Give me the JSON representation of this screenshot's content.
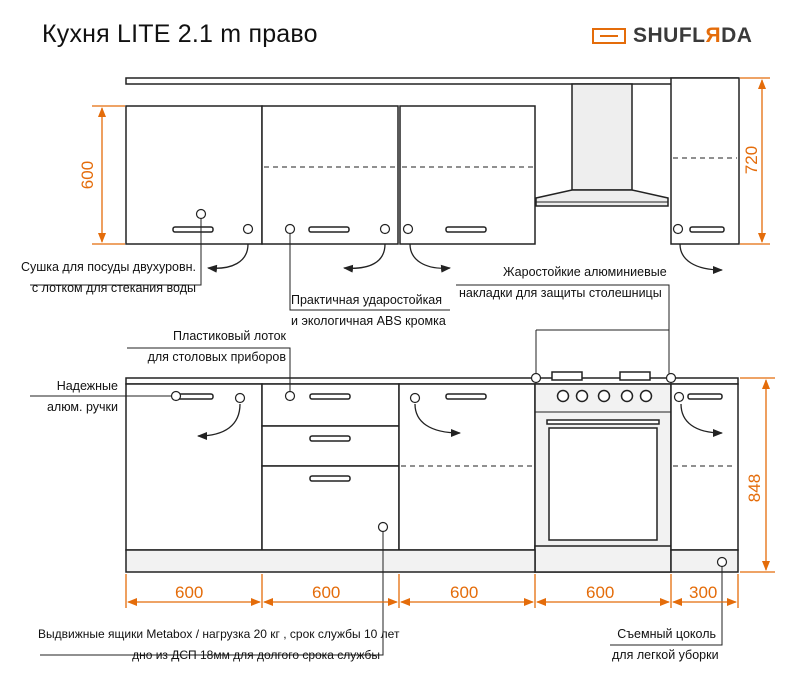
{
  "title": "Кухня LITE  2.1 m право",
  "logo": {
    "part1": "SHUFL",
    "accent": "Я",
    "part2": "DA"
  },
  "colors": {
    "orange": "#e46c0a",
    "line": "#222222",
    "panel": "#f2f2f2"
  },
  "dimensions": {
    "upper_height": "600",
    "tall_height": "720",
    "base_height": "848",
    "widths": [
      "600",
      "600",
      "600",
      "600",
      "300"
    ]
  },
  "notes": {
    "dryer": [
      "Сушка для посуды двухуровн.",
      "с лотком для стекания воды"
    ],
    "abs": [
      "Практичная ударостойкая",
      "и экологичная ABS кромка"
    ],
    "alum_strips": [
      "Жаростойкие алюминиевые",
      "накладки для защиты столешницы"
    ],
    "tray": [
      "Пластиковый лоток",
      "для столовых приборов"
    ],
    "handles": [
      "Надежные",
      "алюм. ручки"
    ],
    "drawers": [
      "Выдвижные ящики Metabox / нагрузка 20 кг , срок службы 10 лет",
      "дно из ДСП 18мм для долгого срока службы"
    ],
    "plinth": [
      "Съемный цоколь",
      "для легкой уборки"
    ]
  }
}
